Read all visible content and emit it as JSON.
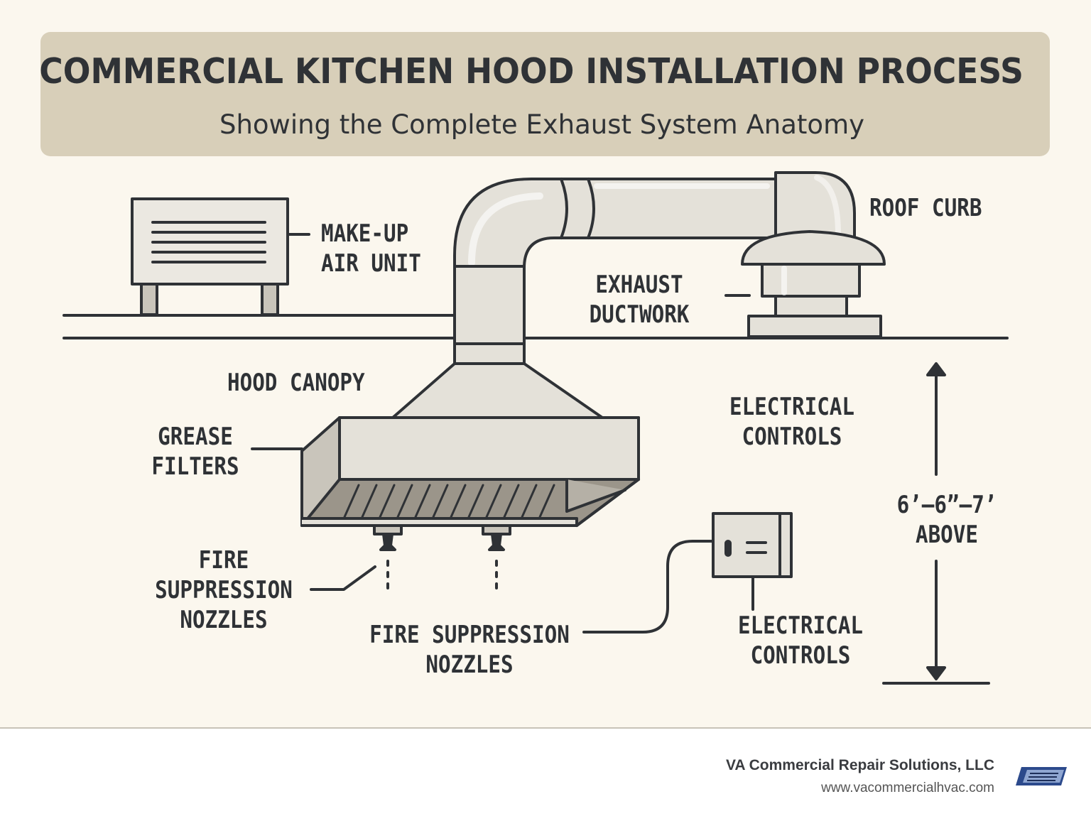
{
  "header": {
    "title": "COMMERCIAL KITCHEN HOOD INSTALLATION PROCESS",
    "subtitle": "Showing the Complete Exhaust System Anatomy"
  },
  "labels": {
    "makeup_air": [
      "MAKE-UP",
      "AIR UNIT"
    ],
    "roof_curb": "ROOF CURB",
    "exhaust_ductwork": [
      "EXHAUST",
      "DUCTWORK"
    ],
    "hood_canopy": "HOOD CANOPY",
    "grease_filters": [
      "GREASE",
      "FILTERS"
    ],
    "electrical_controls_top": [
      "ELECTRICAL",
      "CONTROLS"
    ],
    "height": [
      "6’–6”–7’",
      "ABOVE"
    ],
    "fire_suppression_left": [
      "FIRE",
      "SUPPRESSION",
      "NOZZLES"
    ],
    "fire_suppression_bottom": [
      "FIRE SUPPRESSION",
      "NOZZLES"
    ],
    "electrical_controls_bottom": [
      "ELECTRICAL",
      "CONTROLS"
    ]
  },
  "footer": {
    "company": "VA Commercial Repair Solutions, LLC",
    "website": "www.vacommercialhvac.com"
  },
  "colors": {
    "background": "#fbf7ee",
    "header_band": "#d8cfb9",
    "ink": "#2f3236",
    "metal": "#e4e1d9",
    "metal_shade": "#c9c5bb"
  }
}
